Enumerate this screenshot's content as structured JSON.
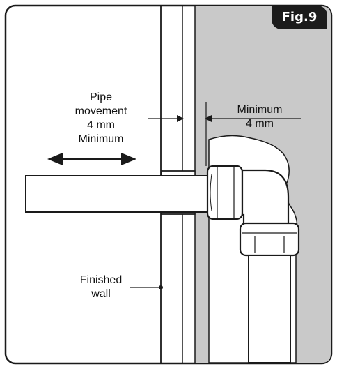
{
  "figure": {
    "badge": "Fig.9"
  },
  "labels": {
    "pipe_movement": [
      "Pipe",
      "movement",
      "4 mm",
      "Minimum"
    ],
    "minimum_gap": [
      "Minimum",
      "4 mm"
    ],
    "finished_wall": [
      "Finished",
      "wall"
    ]
  },
  "colors": {
    "wall_fill": "#c9c9c9",
    "line": "#1a1a1a",
    "background": "#ffffff"
  }
}
